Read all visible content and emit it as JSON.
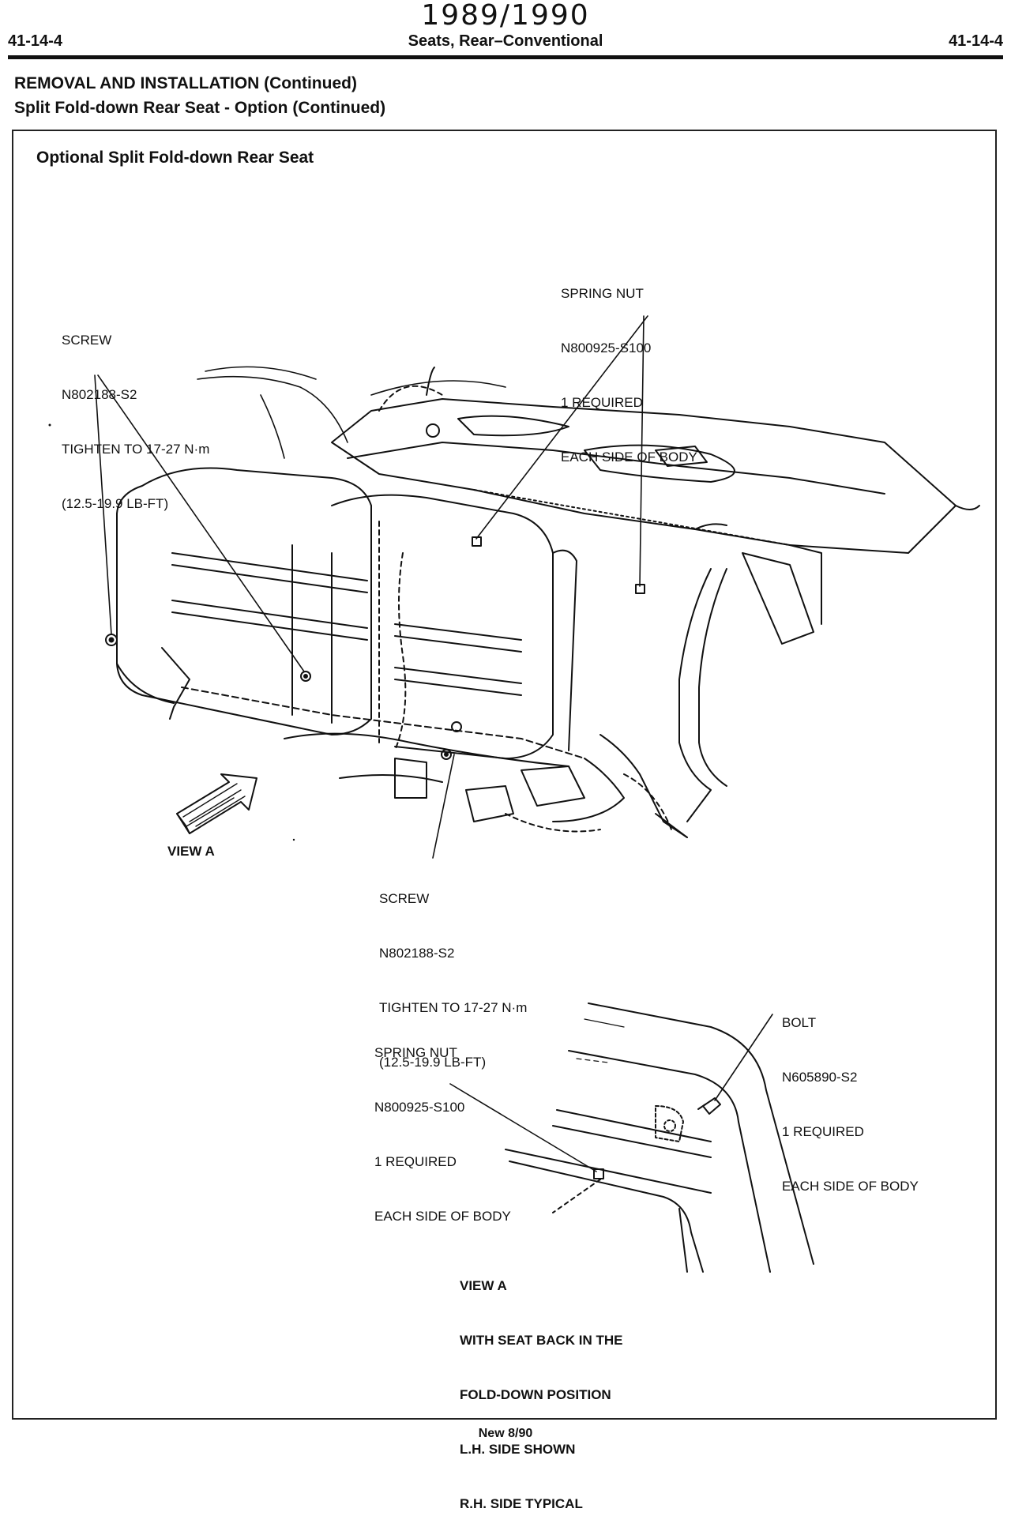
{
  "header": {
    "year": "1989/1990",
    "page_left": "41-14-4",
    "title": "Seats, Rear–Conventional",
    "page_right": "41-14-4"
  },
  "sections": {
    "heading": "REMOVAL AND INSTALLATION (Continued)",
    "subheading": "Split Fold-down Rear Seat - Option (Continued)"
  },
  "figure": {
    "title": "Optional Split Fold-down Rear Seat",
    "callouts": {
      "screw_top": [
        "SCREW",
        "N802188-S2",
        "TIGHTEN TO 17-27 N·m",
        "(12.5-19.9 LB-FT)"
      ],
      "spring_nut_top": [
        "SPRING NUT",
        "N800925-S100",
        "1 REQUIRED",
        "EACH SIDE OF BODY"
      ],
      "view_a_arrow": "VIEW A",
      "screw_bottom": [
        "SCREW",
        "N802188-S2",
        "TIGHTEN TO 17-27 N·m",
        "(12.5-19.9 LB-FT)"
      ],
      "spring_nut_detail": [
        "SPRING NUT",
        "N800925-S100",
        "1 REQUIRED",
        "EACH SIDE OF BODY"
      ],
      "bolt_detail": [
        "BOLT",
        "N605890-S2",
        "1 REQUIRED",
        "EACH SIDE OF BODY"
      ],
      "view_a_caption": [
        "VIEW A",
        "WITH SEAT BACK IN THE",
        "FOLD-DOWN POSITION",
        "L.H. SIDE SHOWN",
        "R.H. SIDE TYPICAL"
      ]
    }
  },
  "footer": {
    "note": "New 8/90"
  }
}
